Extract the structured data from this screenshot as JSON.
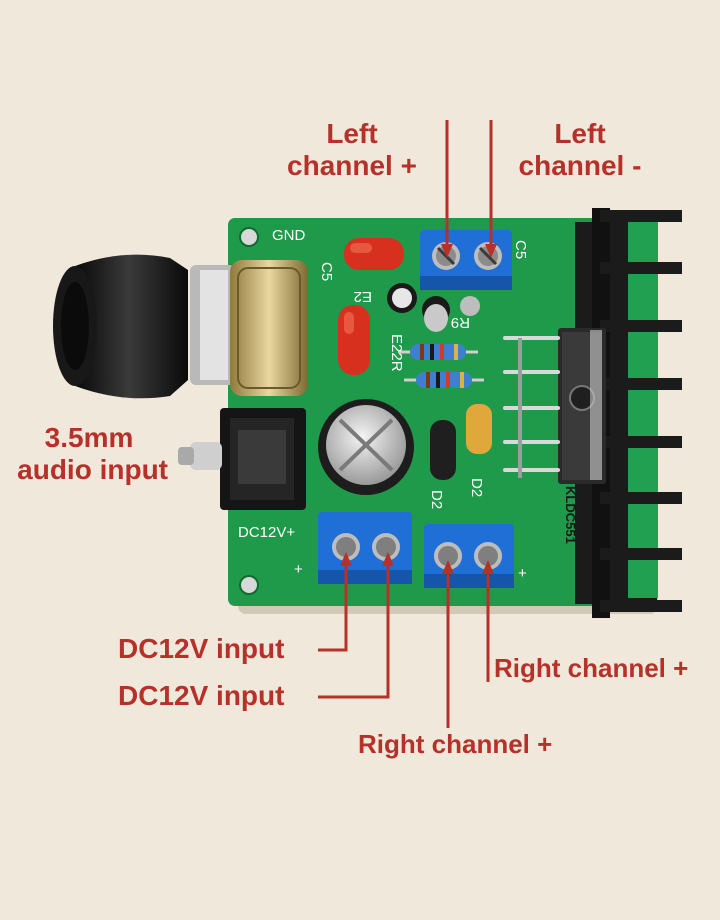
{
  "callouts": {
    "left_plus": "Left\nchannel +",
    "left_minus": "Left\nchannel -",
    "audio_input": "3.5mm\naudio input",
    "dc12v_input_1": "DC12V input",
    "dc12v_input_2": "DC12V input",
    "right_plus_side": "Right channel +",
    "right_plus_bottom": "Right channel +"
  },
  "silkscreen": {
    "gnd": "GND",
    "c5_left": "C5",
    "c5_right": "C5",
    "e2": "E2",
    "r9": "R9",
    "e22r": "E22R",
    "d2_left": "D2",
    "d2_right": "D2",
    "dc12v": "DC12V+",
    "plus_left": "+",
    "plus_right": "+",
    "chip_marking": "KLDC551"
  },
  "colors": {
    "background": "#efe8db",
    "pcb": "#1f9a4a",
    "terminal": "#1f6fd6",
    "callout": "#b5312a",
    "heatsink": "#1b1b1b"
  },
  "icons": {
    "volume_knob": "knob-icon",
    "audio_jack": "audio-jack-icon"
  }
}
